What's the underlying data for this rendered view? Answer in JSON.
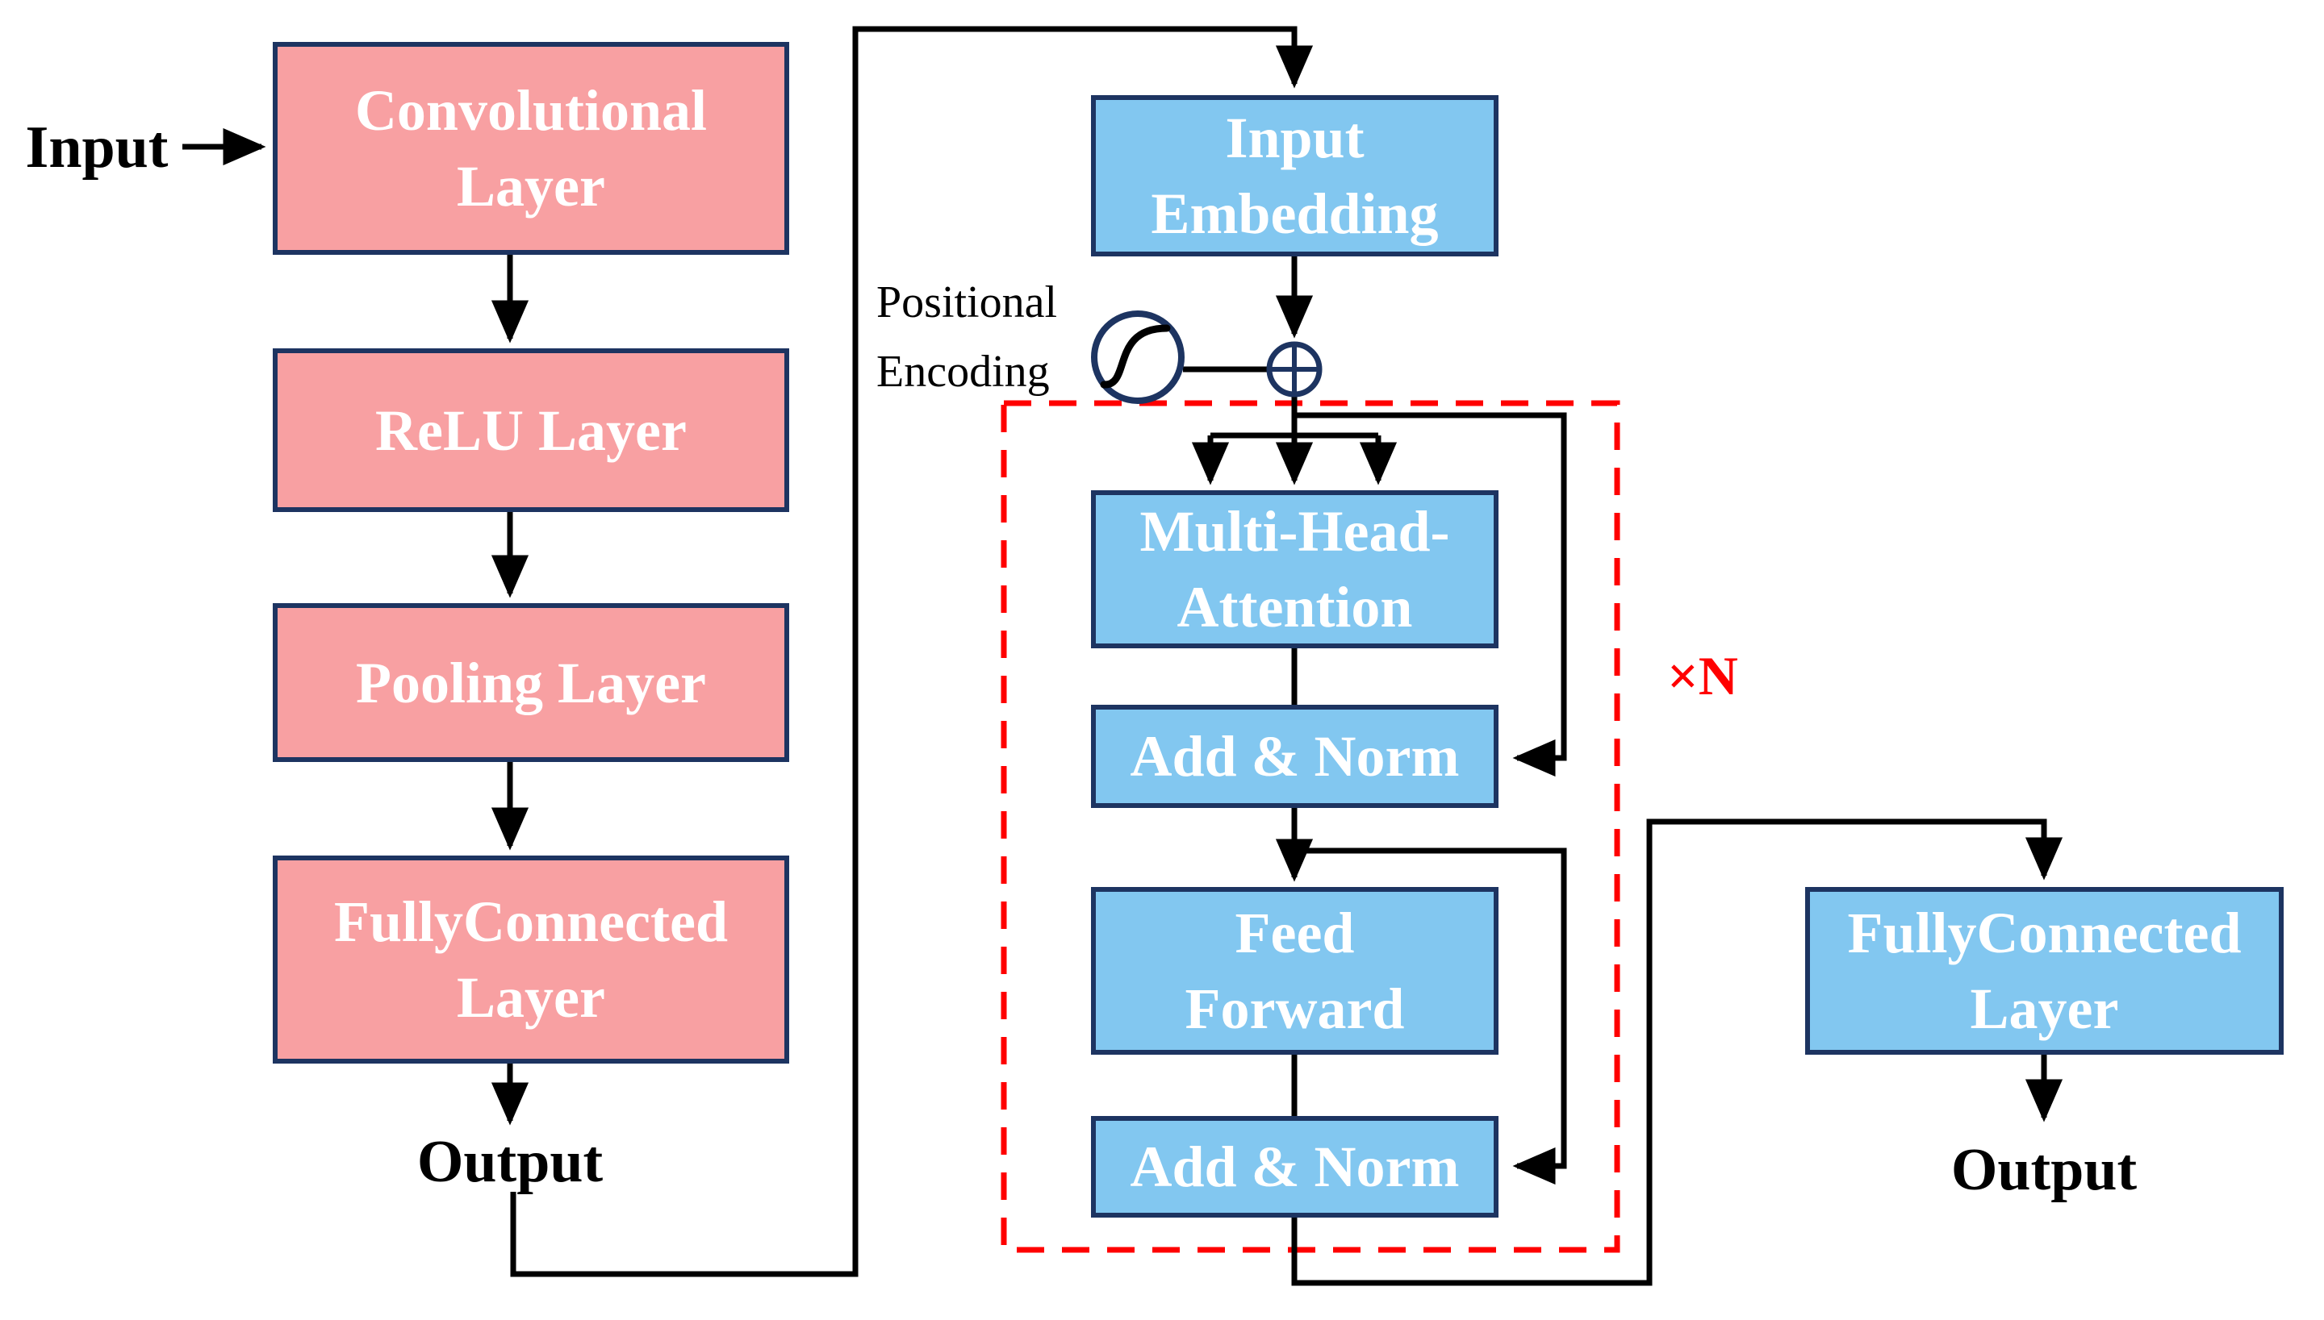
{
  "title": "CNN + Transformer encoder architecture diagram",
  "theme": {
    "pink": "#F8A0A2",
    "blue": "#82C7F0",
    "navy": "#1D3461",
    "red": "#FF0000",
    "ink": "#000000",
    "bg": "#FFFFFF"
  },
  "labels": {
    "input": "Input",
    "output_left": "Output",
    "output_right": "Output",
    "positional_line1": "Positional",
    "positional_line2": "Encoding",
    "repeat": "×N"
  },
  "nodes": {
    "conv": {
      "lines": [
        "Convolutional",
        "Layer"
      ],
      "color": "pink"
    },
    "relu": {
      "lines": [
        "ReLU Layer",
        ""
      ],
      "color": "pink"
    },
    "pool": {
      "lines": [
        "Pooling Layer",
        ""
      ],
      "color": "pink"
    },
    "fc_left": {
      "lines": [
        "FullyConnected",
        "Layer"
      ],
      "color": "pink"
    },
    "input_embedding": {
      "lines": [
        "Input",
        "Embedding"
      ],
      "color": "blue"
    },
    "multi_head_attention": {
      "lines": [
        "Multi-Head-",
        "Attention"
      ],
      "color": "blue"
    },
    "add_norm_1": {
      "lines": [
        "Add & Norm",
        ""
      ],
      "color": "blue"
    },
    "feed_forward": {
      "lines": [
        "Feed",
        "Forward"
      ],
      "color": "blue"
    },
    "add_norm_2": {
      "lines": [
        "Add & Norm",
        ""
      ],
      "color": "blue"
    },
    "fc_right": {
      "lines": [
        "FullyConnected",
        "Layer"
      ],
      "color": "blue"
    }
  },
  "icons": {
    "positional_encoding": "sigmoid-in-circle",
    "sum": "circled-plus"
  },
  "annotations": {
    "repeat_note": "×N marks the red dashed block repeated N times"
  }
}
